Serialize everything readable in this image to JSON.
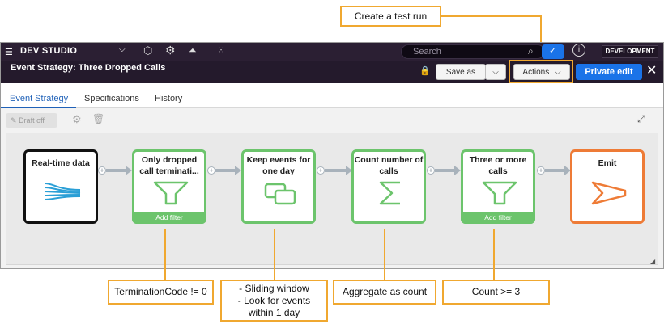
{
  "callouts": {
    "test_run": "Create a test run",
    "termination": "TerminationCode != 0",
    "window_line1": "- Sliding window",
    "window_line2": "- Look for events",
    "window_line3": "within 1 day",
    "aggregate": "Aggregate as count",
    "count": "Count >= 3"
  },
  "topbar": {
    "brand": "DEV STUDIO",
    "search_placeholder": "Search",
    "env_badge": "DEVELOPMENT"
  },
  "header": {
    "title": "Event Strategy: Three Dropped Calls",
    "save_as": "Save as",
    "actions": "Actions",
    "private_edit": "Private edit"
  },
  "tabs": [
    {
      "label": "Event Strategy"
    },
    {
      "label": "Specifications"
    },
    {
      "label": "History"
    }
  ],
  "toolbar": {
    "draft_off": "Draft off"
  },
  "nodes": [
    {
      "label": "Real-time data",
      "icon": "stream-icon"
    },
    {
      "label": "Only dropped call terminati...",
      "footer": "Add filter",
      "icon": "filter-icon"
    },
    {
      "label": "Keep events for one day",
      "icon": "window-icon"
    },
    {
      "label": "Count number of calls",
      "icon": "sigma-icon"
    },
    {
      "label": "Three or more calls",
      "footer": "Add filter",
      "icon": "filter-icon"
    },
    {
      "label": "Emit",
      "icon": "emit-icon"
    }
  ],
  "colors": {
    "accent_orange": "#f0a830",
    "node_green": "#6cc46c",
    "emit_orange": "#ee7b36",
    "primary_blue": "#1a73e8",
    "header_purple": "#2b1f33"
  }
}
